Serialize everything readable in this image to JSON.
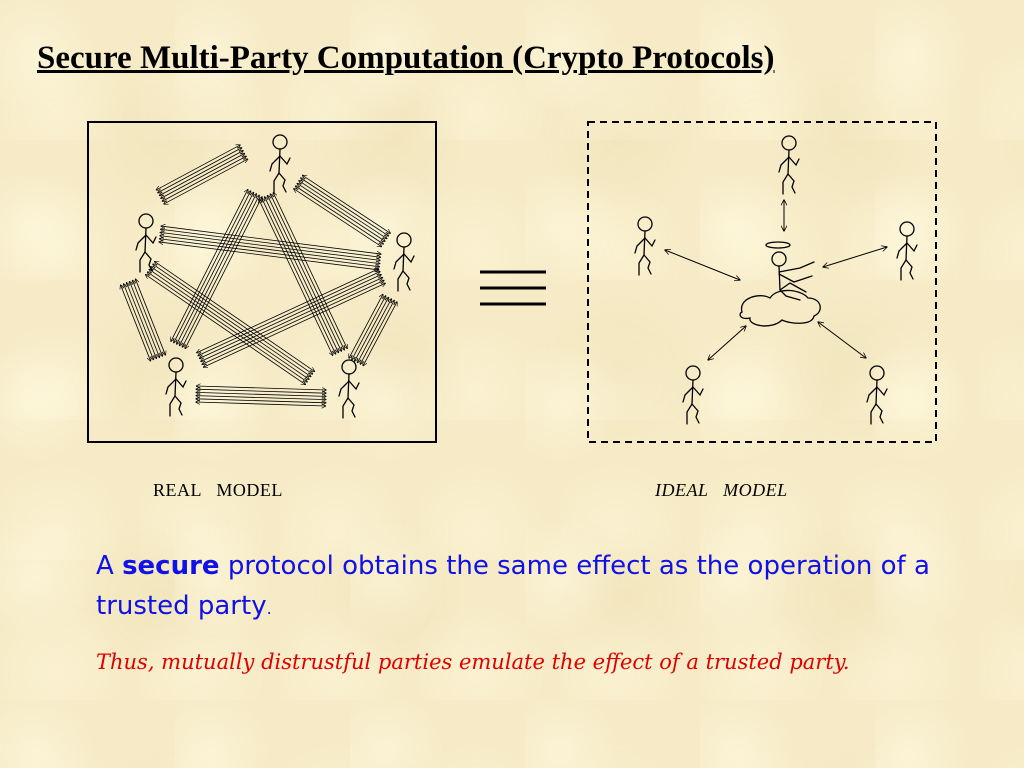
{
  "title": "Secure Multi-Party Computation (Crypto Protocols)",
  "real_label": "REAL   MODEL",
  "ideal_label": "IDEAL   MODEL",
  "statement": {
    "prefix": "A ",
    "emphasis": "secure",
    "rest": " protocol obtains the same effect as the operation of a trusted party",
    "period": "."
  },
  "conclusion": "Thus, mutually distrustful parties emulate the effect of a trusted party.",
  "colors": {
    "title": "#000000",
    "statement": "#1010e8",
    "conclusion": "#e00000",
    "background": "#f6ebc6"
  },
  "icons": [
    "stick-figure-icon",
    "halo-icon",
    "cloud-icon",
    "equivalence-icon"
  ]
}
